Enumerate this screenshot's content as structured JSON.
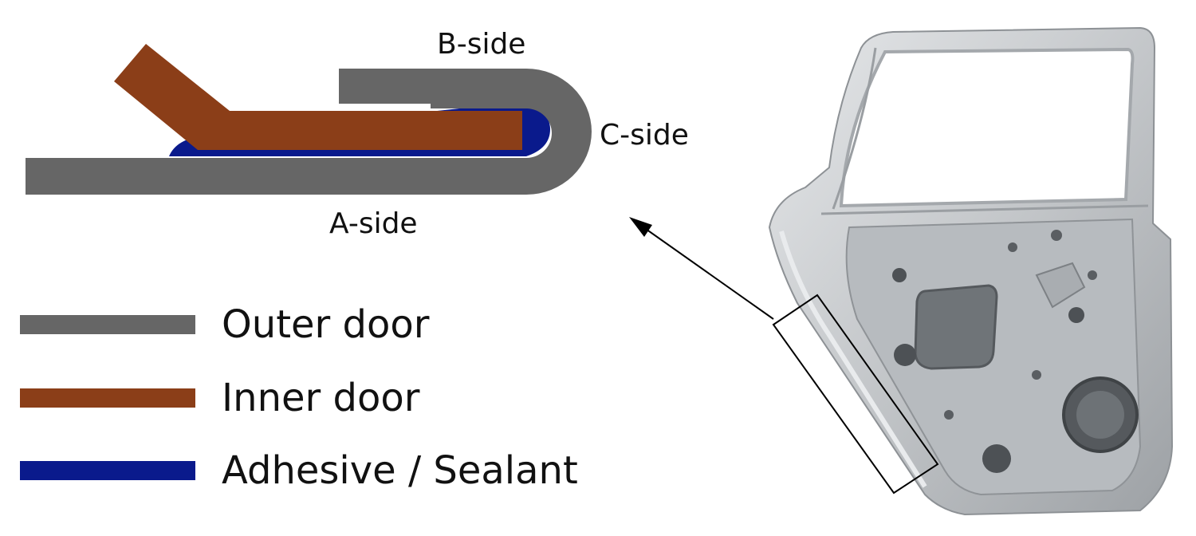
{
  "labels": {
    "b_side": "B-side",
    "c_side": "C-side",
    "a_side": "A-side"
  },
  "legend": [
    {
      "label": "Outer door",
      "color": "#666666"
    },
    {
      "label": "Inner door",
      "color": "#8B3E18"
    },
    {
      "label": "Adhesive / Sealant",
      "color": "#0A1A8C"
    }
  ],
  "colors": {
    "outer": "#666666",
    "inner": "#8B3E18",
    "adhesive": "#0A1A8C",
    "door_metal": "#C8CBCE"
  }
}
